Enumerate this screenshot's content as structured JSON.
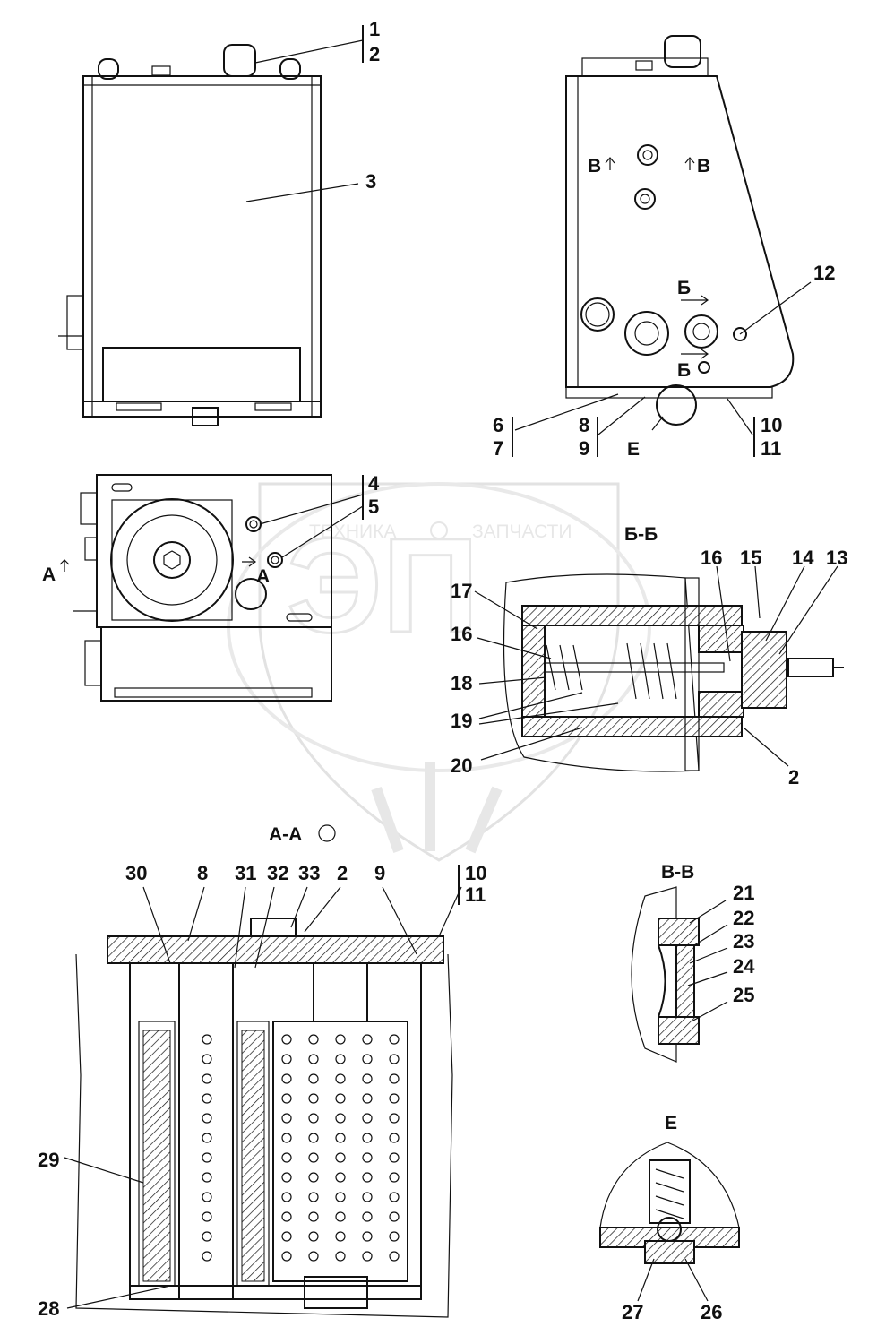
{
  "labels": {
    "n1": "1",
    "n2": "2",
    "n3": "3",
    "n4": "4",
    "n5": "5",
    "n6": "6",
    "n7": "7",
    "n8": "8",
    "n9": "9",
    "n10": "10",
    "n11": "11",
    "n12": "12",
    "n13": "13",
    "n14": "14",
    "n15": "15",
    "n16": "16",
    "n17": "17",
    "n18": "18",
    "n19": "19",
    "n20": "20",
    "n21": "21",
    "n22": "22",
    "n23": "23",
    "n24": "24",
    "n25": "25",
    "n26": "26",
    "n27": "27",
    "n28": "28",
    "n29": "29",
    "n30": "30",
    "n31": "31",
    "n32": "32",
    "n33": "33",
    "aa8": "8",
    "aa9": "9",
    "aa10": "10",
    "aa11": "11",
    "aa2": "2",
    "bb16": "16",
    "bb2": "2"
  },
  "sections": {
    "b_left": "В",
    "b_right": "В",
    "v_top": "Б",
    "v_bottom": "Б",
    "e_mark": "Е",
    "a_left": "А",
    "a_right": "А",
    "bb_title": "Б-Б",
    "aa_title": "А-А",
    "vv_title": "В-В",
    "e_title": "Е"
  },
  "watermark": {
    "left": "ТЕХНИКА",
    "right": "ЗАПЧАСТИ"
  }
}
